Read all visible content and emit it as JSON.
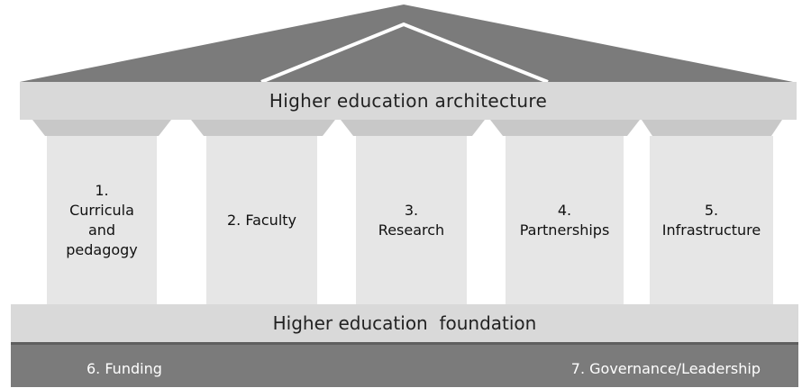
{
  "architecture": {
    "beam_title": "Higher education architecture"
  },
  "pillars": [
    {
      "label": "1.\nCurricula\nand\npedagogy"
    },
    {
      "label": "2. Faculty"
    },
    {
      "label": "3.\nResearch"
    },
    {
      "label": "4.\nPartnerships"
    },
    {
      "label": "5.\nInfrastructure"
    }
  ],
  "foundation": {
    "title": "Higher education  foundation"
  },
  "base": {
    "left_label": "6. Funding",
    "right_label": "7. Governance/Leadership"
  },
  "colors": {
    "roof": "#7b7b7b",
    "beam": "#d9d9d9",
    "capital": "#c8c8c8",
    "pillar": "#e6e6e6",
    "foundation": "#d9d9d9",
    "base": "#7b7b7b"
  }
}
